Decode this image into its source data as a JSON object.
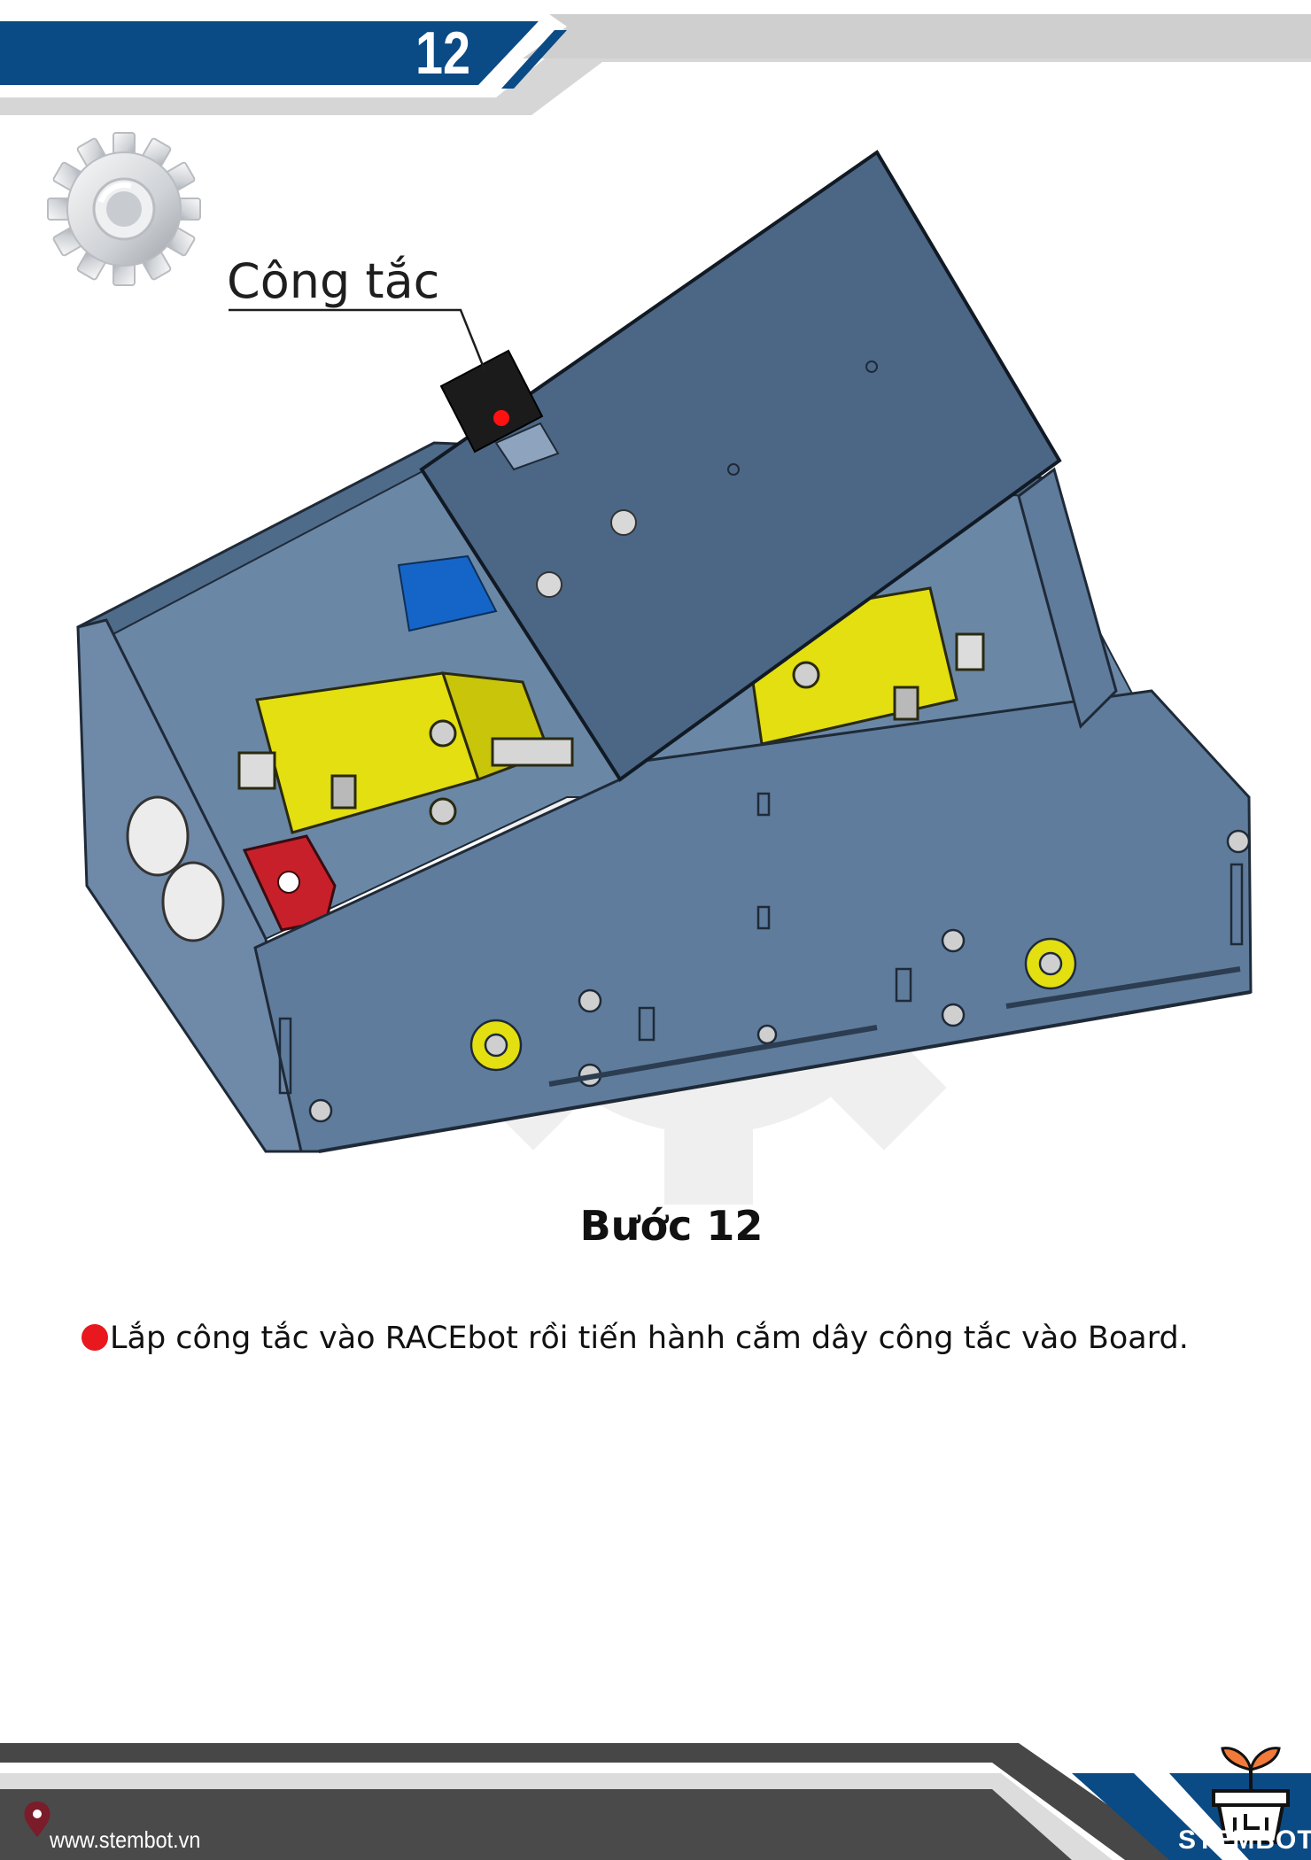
{
  "header": {
    "page_number": "12"
  },
  "callout": {
    "label": "Công tắc"
  },
  "step": {
    "title": "Bước 12"
  },
  "instruction": {
    "text": "Lắp công tắc vào RACEbot rồi tiến hành cắm dây công tắc vào Board."
  },
  "footer": {
    "website": "www.stembot.vn",
    "brand": "STEMBOT"
  },
  "colors": {
    "header_blue": "#0a4a85",
    "header_gray": "#d0d0d0",
    "chassis_blue": "#5b7898",
    "motor_yellow": "#e3df10",
    "bullet_red": "#e8181e",
    "footer_dark": "#4a4a4a"
  },
  "icons": [
    "gear-icon",
    "location-pin-icon",
    "plant-pot-logo-icon"
  ]
}
